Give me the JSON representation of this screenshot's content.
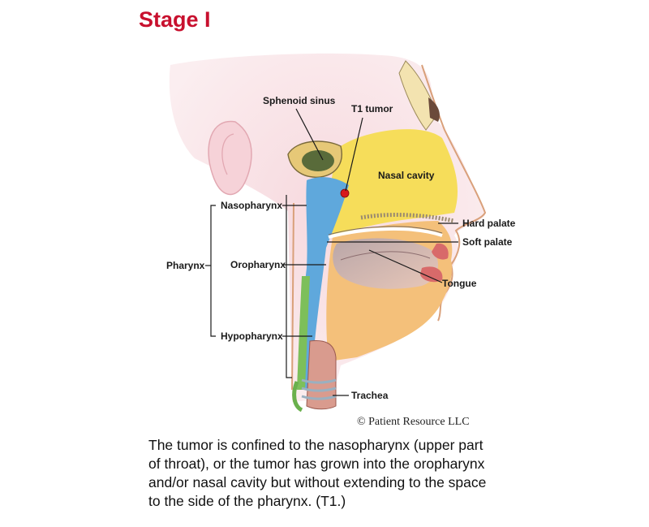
{
  "title": "Stage I",
  "labels": {
    "sphenoid_sinus": "Sphenoid sinus",
    "t1_tumor": "T1 tumor",
    "nasal_cavity": "Nasal cavity",
    "nasopharynx": "Nasopharynx",
    "hard_palate": "Hard palate",
    "soft_palate": "Soft palate",
    "pharynx": "Pharynx",
    "oropharynx": "Oropharynx",
    "tongue": "Tongue",
    "hypopharynx": "Hypopharynx",
    "trachea": "Trachea"
  },
  "copyright": "© Patient Resource LLC",
  "caption": [
    "The tumor is confined to the nasopharynx (upper part",
    "of throat), or the tumor has grown into the oropharynx",
    "and/or nasal cavity but without extending to the space",
    "to the side of the pharynx. (T1.)"
  ],
  "colors": {
    "title": "#c8102e",
    "tumor": "#d7191c",
    "pharynx_blue": "#5fa8dc",
    "nasal_yellow": "#f6dd5a",
    "skin_pink": "#f3c6cf"
  }
}
